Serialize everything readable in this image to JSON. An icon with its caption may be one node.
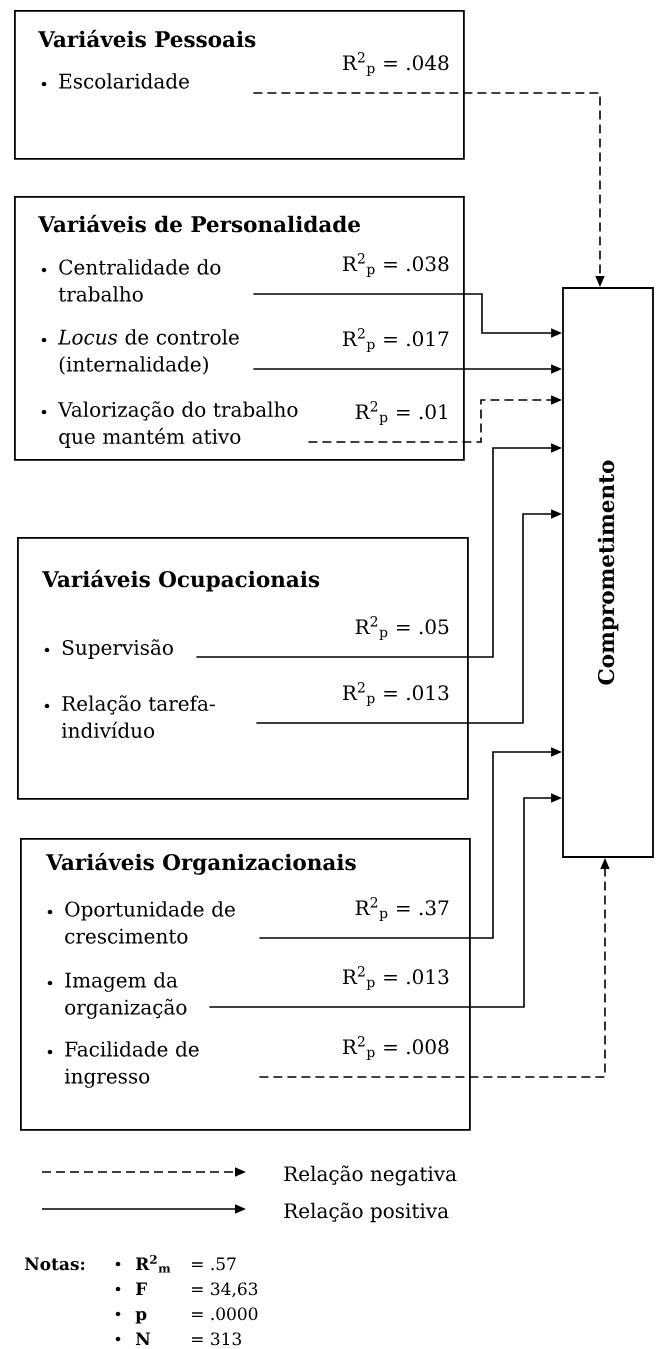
{
  "diagram": {
    "nodes": [
      {
        "text": [
          "Variáveis Pessoais"
        ]
      },
      {
        "text": [
          "Escolaridade"
        ],
        "in": 0
      },
      {
        "text": [
          "Variáveis de Personalidade"
        ]
      },
      {
        "text": [
          "Centralidade do trabalho"
        ],
        "in": 2
      },
      {
        "text": [
          "*Locus* de controle (internalidade)"
        ],
        "in": 2
      },
      {
        "text": [
          "Valorização do trabalho que mantém ativo"
        ],
        "in": 2
      },
      {
        "text": [
          "Variáveis Ocupacionais"
        ]
      },
      {
        "text": [
          "Supervisão"
        ],
        "in": 6
      },
      {
        "text": [
          "Relação tarefa-indivíduo"
        ],
        "in": 6
      },
      {
        "text": [
          "Variáveis Organizacionais"
        ]
      },
      {
        "text": [
          "Oportunidade de crescimento"
        ],
        "in": 9
      },
      {
        "text": [
          "Imagem da organização"
        ],
        "in": 9
      },
      {
        "text": [
          "Facilidade de ingresso"
        ],
        "in": 9
      },
      {
        "text": [
          "Comprometimento"
        ]
      }
    ],
    "edges": [
      {
        "from": 1,
        "to": 13,
        "arrow": "to",
        "style": "dashed",
        "label": "R$^{2}$$_{p}$ = .048"
      },
      {
        "from": 3,
        "to": 13,
        "arrow": "to",
        "label": "R$^{2}$$_{p}$ = .038"
      },
      {
        "from": 4,
        "to": 13,
        "arrow": "to",
        "label": "R$^{2}$$_{p}$ = .017"
      },
      {
        "from": 5,
        "to": 13,
        "arrow": "to",
        "style": "dashed",
        "label": "R$^{2}$$_{p}$ = .01"
      },
      {
        "from": 7,
        "to": 13,
        "arrow": "to",
        "label": "R$^{2}$$_{p}$ = .05"
      },
      {
        "from": 8,
        "to": 13,
        "arrow": "to",
        "label": "R$^{2}$$_{p}$ = .013"
      },
      {
        "from": 10,
        "to": 13,
        "arrow": "to",
        "label": "R$^{2}$$_{p}$ = .37"
      },
      {
        "from": 11,
        "to": 13,
        "arrow": "to",
        "label": "R$^{2}$$_{p}$ = .013"
      },
      {
        "from": 12,
        "to": 13,
        "arrow": "to",
        "style": "dashed",
        "label": "R$^{2}$$_{p}$ = .008"
      }
    ],
    "legend": [
      {
        "text": "Relação negativa"
      },
      {
        "text": "Relação positiva"
      }
    ],
    "labels": [
      "Notas:",
      "R$^{2}$$_{m}$",
      "= .57",
      "F",
      "= 34,63",
      "p",
      "= .0000",
      "N",
      "= 313"
    ]
  }
}
